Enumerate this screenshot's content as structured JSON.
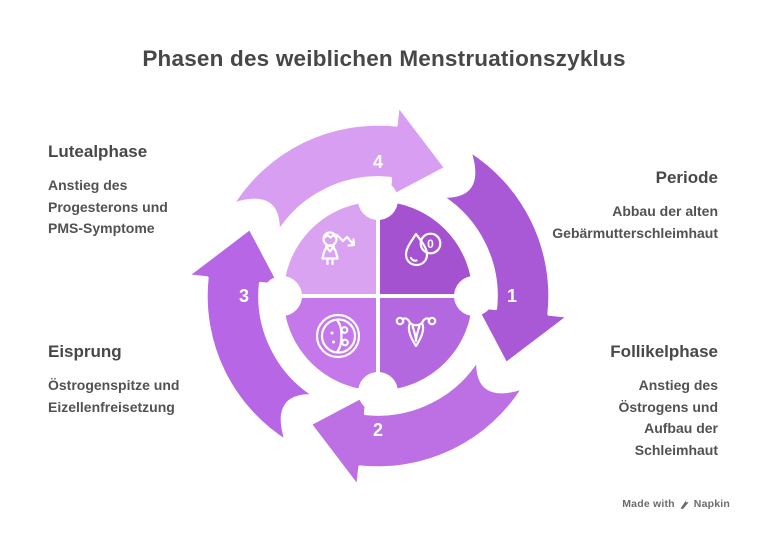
{
  "title": "Phasen des weiblichen Menstruationszyklus",
  "diagram": {
    "type": "cycle",
    "direction": "clockwise",
    "phases": [
      {
        "number": "1",
        "name": "Periode",
        "description": [
          "Abbau der alten",
          "Gebärmutterschleimhaut"
        ],
        "icon": "blood-drop-zero-icon"
      },
      {
        "number": "2",
        "name": "Follikelphase",
        "description": [
          "Anstieg des",
          "Östrogens und",
          "Aufbau der",
          "Schleimhaut"
        ],
        "icon": "uterus-icon"
      },
      {
        "number": "3",
        "name": "Eisprung",
        "description": [
          "Östrogenspitze und",
          "Eizellenfreisetzung"
        ],
        "icon": "egg-cell-icon"
      },
      {
        "number": "4",
        "name": "Lutealphase",
        "description": [
          "Anstieg des",
          "Progesterons und",
          "PMS-Symptome"
        ],
        "icon": "declining-hormones-icon"
      }
    ],
    "icon_badge_zero": "0"
  },
  "colors": {
    "background": "#ffffff",
    "text_heading": "#484848",
    "text_body": "#525252",
    "arrows": {
      "a1": "#a958d6",
      "a2": "#bd70e4",
      "a3": "#b766e6",
      "a4": "#d89ef2"
    },
    "quadrants": {
      "tl": "#d9a3f2",
      "tr": "#a452cf",
      "bl": "#c478ea",
      "br": "#b468e0"
    },
    "icon_stroke": "#ffffff"
  },
  "footer": {
    "made_with": "Made with",
    "brand": "Napkin"
  }
}
